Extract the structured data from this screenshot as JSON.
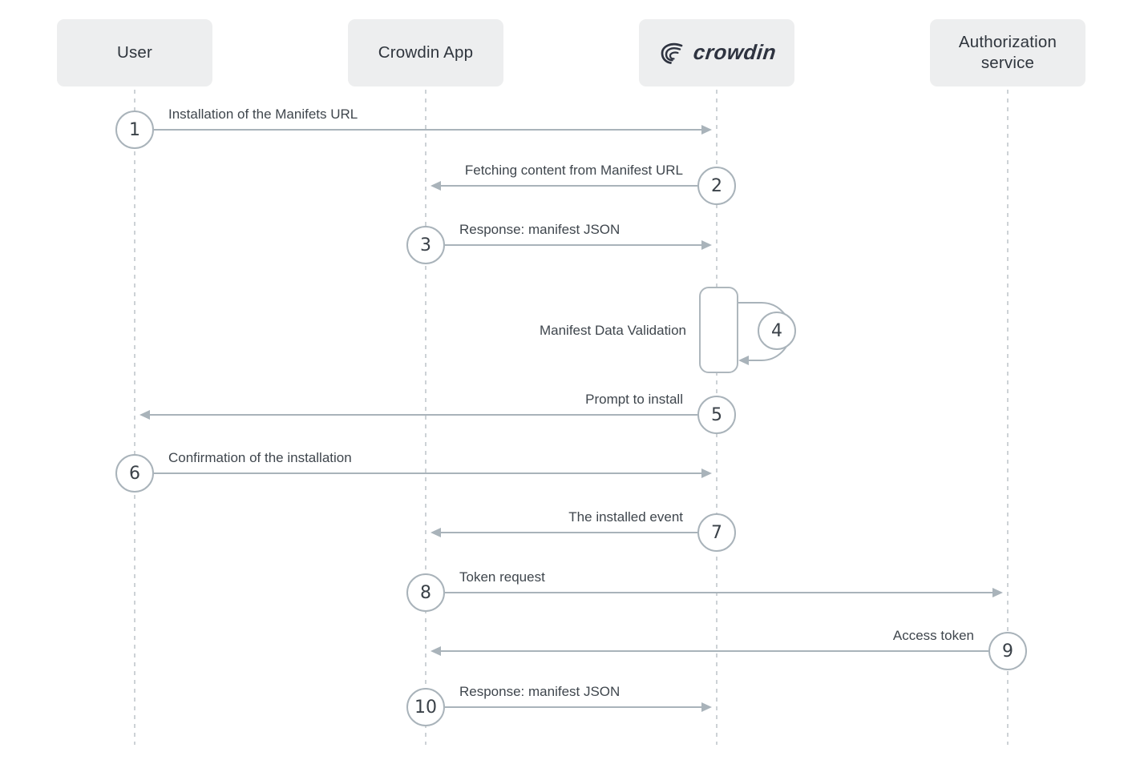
{
  "diagram": {
    "type": "sequence-diagram",
    "actors": [
      {
        "id": "user",
        "label": "User"
      },
      {
        "id": "crowdin-app",
        "label": "Crowdin App"
      },
      {
        "id": "crowdin",
        "label": "crowdin",
        "kind": "logo"
      },
      {
        "id": "auth-service",
        "label": "Authorization service"
      }
    ],
    "steps": [
      {
        "n": "1",
        "label": "Installation of the Manifets URL",
        "from": "user",
        "to": "crowdin"
      },
      {
        "n": "2",
        "label": "Fetching content from Manifest URL",
        "from": "crowdin",
        "to": "crowdin-app"
      },
      {
        "n": "3",
        "label": "Response: manifest JSON",
        "from": "crowdin-app",
        "to": "crowdin"
      },
      {
        "n": "4",
        "label": "Manifest Data Validation",
        "from": "crowdin",
        "to": "crowdin",
        "self": true
      },
      {
        "n": "5",
        "label": "Prompt to install",
        "from": "crowdin",
        "to": "user"
      },
      {
        "n": "6",
        "label": "Confirmation of the installation",
        "from": "user",
        "to": "crowdin"
      },
      {
        "n": "7",
        "label": "The installed event",
        "from": "crowdin",
        "to": "crowdin-app"
      },
      {
        "n": "8",
        "label": "Token request",
        "from": "crowdin-app",
        "to": "auth-service"
      },
      {
        "n": "9",
        "label": "Access token",
        "from": "auth-service",
        "to": "crowdin-app"
      },
      {
        "n": "10",
        "label": "Response: manifest JSON",
        "from": "crowdin-app",
        "to": "crowdin"
      }
    ],
    "colors": {
      "background": "#ffffff",
      "actor_box_bg": "#edeeef",
      "actor_text": "#2f353d",
      "lifeline": "#cdd2d6",
      "arrow": "#a9b3ba",
      "circle_border": "#a9b3ba",
      "circle_bg": "#ffffff",
      "step_number": "#3a4148",
      "label_text": "#3f464d",
      "logo": "#2e3340"
    }
  }
}
